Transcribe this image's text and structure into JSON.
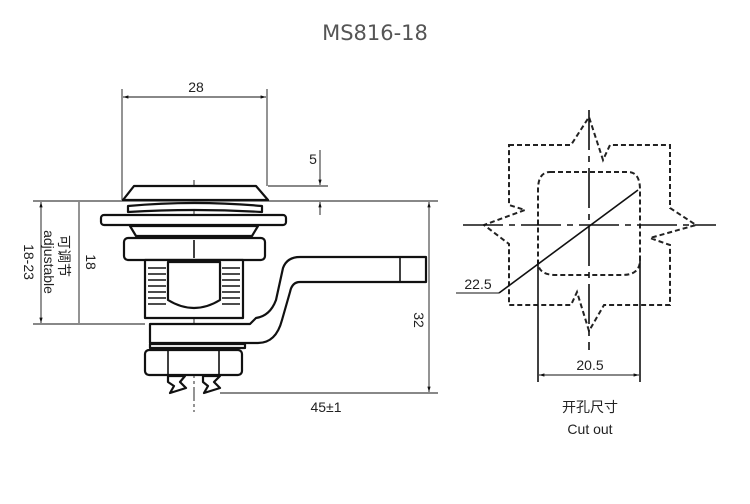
{
  "title": "MS816-18",
  "side_view": {
    "dim_width": "28",
    "dim_head": "5",
    "dim_grip": "18",
    "adjustable_cn": "可调节",
    "adjustable_en": "adjustable",
    "adjustable_range": "18-23",
    "dim_height": "32",
    "dim_length": "45±1"
  },
  "cutout_view": {
    "dim_diameter": "22.5",
    "dim_flat": "20.5",
    "label_cn": "开孔尺寸",
    "label_en": "Cut out"
  }
}
